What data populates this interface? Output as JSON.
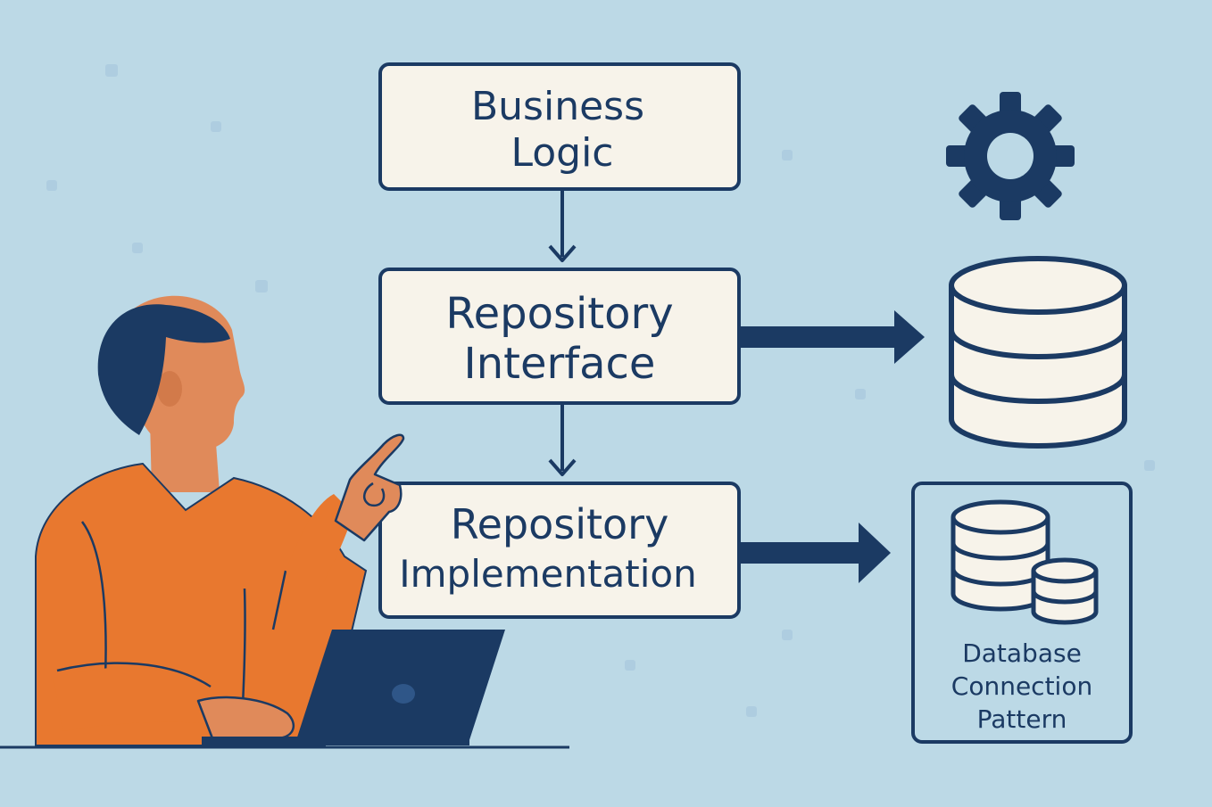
{
  "diagram": {
    "boxes": {
      "business_logic": {
        "line1": "Business",
        "line2": "Logic"
      },
      "repository_interface": {
        "line1": "Repository",
        "line2": "Interface"
      },
      "repository_implementation": {
        "line1": "Repository",
        "line2": "Implementation"
      }
    },
    "db_pattern": {
      "line1": "Database",
      "line2": "Connection",
      "line3": "Pattern"
    }
  },
  "colors": {
    "background": "#bcd9e6",
    "navy": "#1b3a63",
    "box_fill": "#f7f3ea",
    "shirt_orange": "#e8782f",
    "skin": "#e08a5a"
  },
  "icons": [
    "gear-icon",
    "database-icon",
    "database-pattern-icon",
    "person-illustration",
    "laptop-icon"
  ]
}
